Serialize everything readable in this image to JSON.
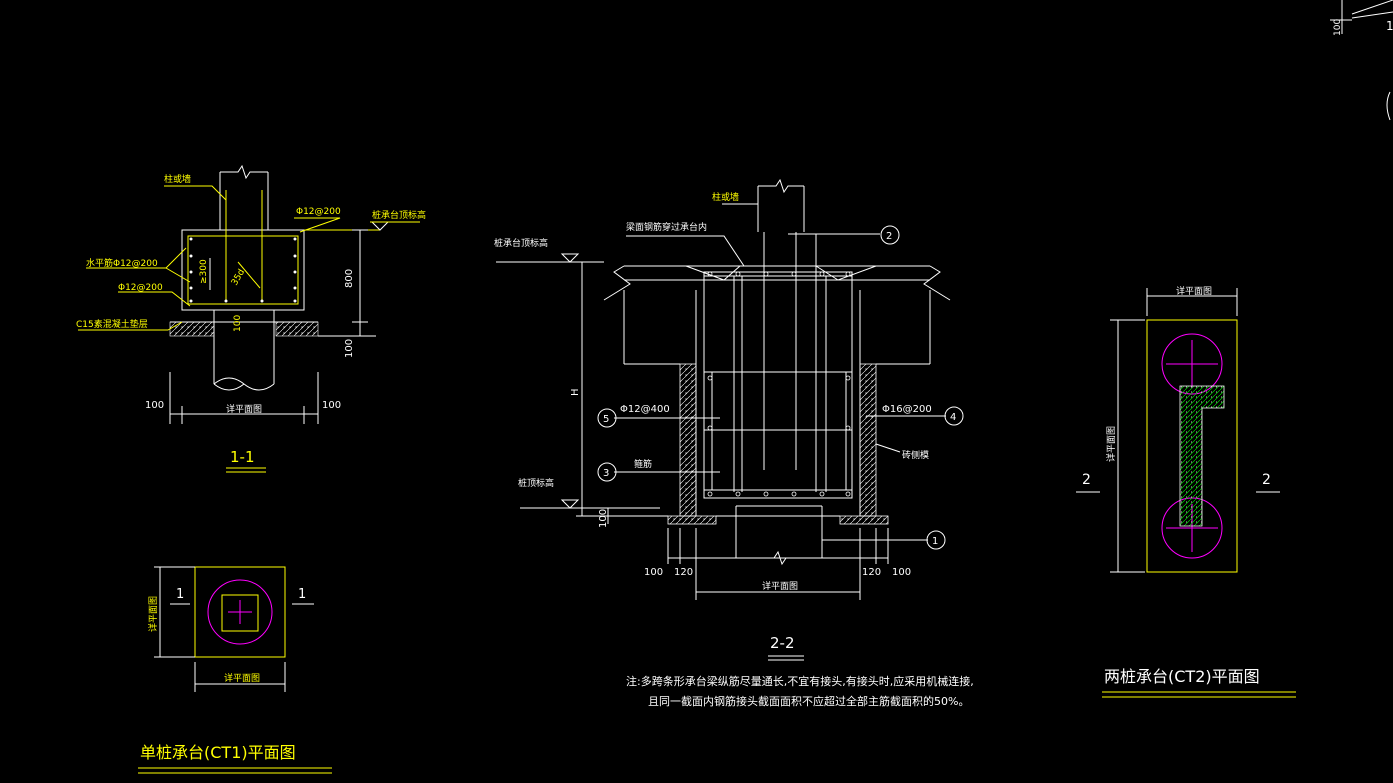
{
  "colors": {
    "background": "#000000",
    "line": "#ffffff",
    "text": "#ffff00",
    "circle": "#ff00ff",
    "hatch": "#00ff00"
  },
  "section_1_1": {
    "labels": {
      "wall": "柱或墙",
      "stirrup_rebar": "Φ12@200",
      "top_elevation": "桩承台顶标高",
      "horizontal_rebar": "水平筋Φ12@200",
      "vertical_rebar": "Φ12@200",
      "cushion": "C15素混凝土垫层",
      "dim_300": "≥300",
      "dim_35d": "35d",
      "dim_100_pile": "100",
      "dim_800": "800",
      "dim_100_right": "100",
      "dim_left": "100",
      "dim_right": "100",
      "dim_mid": "详平面图"
    },
    "title": "1-1"
  },
  "plan_ct1": {
    "left_dim": "详平面图",
    "bottom_dim": "详平面图",
    "mark_left": "1",
    "mark_right": "1",
    "title": "单桩承台(CT1)平面图"
  },
  "section_2_2": {
    "labels": {
      "wall": "柱或墙",
      "beam_note": "梁面钢筋穿过承台内",
      "top_elevation": "桩承台顶标高",
      "pile_top": "桩顶标高",
      "height": "H",
      "rebar_5": "Φ12@400",
      "rebar_4": "Φ16@200",
      "stirrup": "箍筋",
      "brick": "砖侧模",
      "dim_100_v": "100",
      "dim_b_100_l": "100",
      "dim_b_120_l": "120",
      "dim_b_120_r": "120",
      "dim_b_100_r": "100",
      "dim_b_mid": "详平面图"
    },
    "callouts": [
      "1",
      "2",
      "3",
      "4",
      "5"
    ],
    "title": "2-2",
    "note_line1": "注:多跨条形承台梁纵筋尽量通长,不宜有接头,有接头时,应采用机械连接,",
    "note_line2": "且同一截面内钢筋接头截面面积不应超过全部主筋截面积的50%。"
  },
  "plan_ct2": {
    "top_dim": "详平面图",
    "left_dim": "详平面图",
    "mark_left": "2",
    "mark_right": "2",
    "title": "两桩承台(CT2)平面图"
  },
  "corner": {
    "dim": "100",
    "mark": "1"
  }
}
